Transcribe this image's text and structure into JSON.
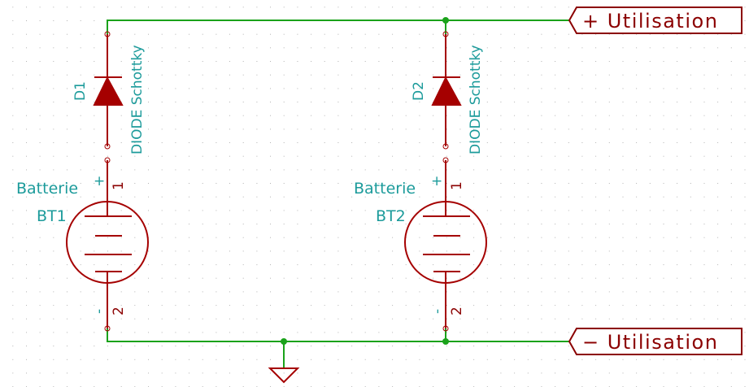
{
  "colors": {
    "wire": "#1aa21a",
    "component": "#a50000",
    "text": "#1c9b9b",
    "label": "#8b0000",
    "grid": "#b4b4b4"
  },
  "components": {
    "d1": {
      "ref": "D1",
      "value": "DIODE Schottky"
    },
    "d2": {
      "ref": "D2",
      "value": "DIODE Schottky"
    },
    "bt1": {
      "ref": "BT1",
      "value": "Batterie",
      "pin_plus": "+",
      "pin_minus": "-",
      "pin1": "1",
      "pin2": "2"
    },
    "bt2": {
      "ref": "BT2",
      "value": "Batterie",
      "pin_plus": "+",
      "pin_minus": "-",
      "pin1": "1",
      "pin2": "2"
    }
  },
  "labels": {
    "pos": "+ Utilisation",
    "neg": "− Utilisation"
  },
  "symbols": {
    "ground": "ground-symbol"
  }
}
